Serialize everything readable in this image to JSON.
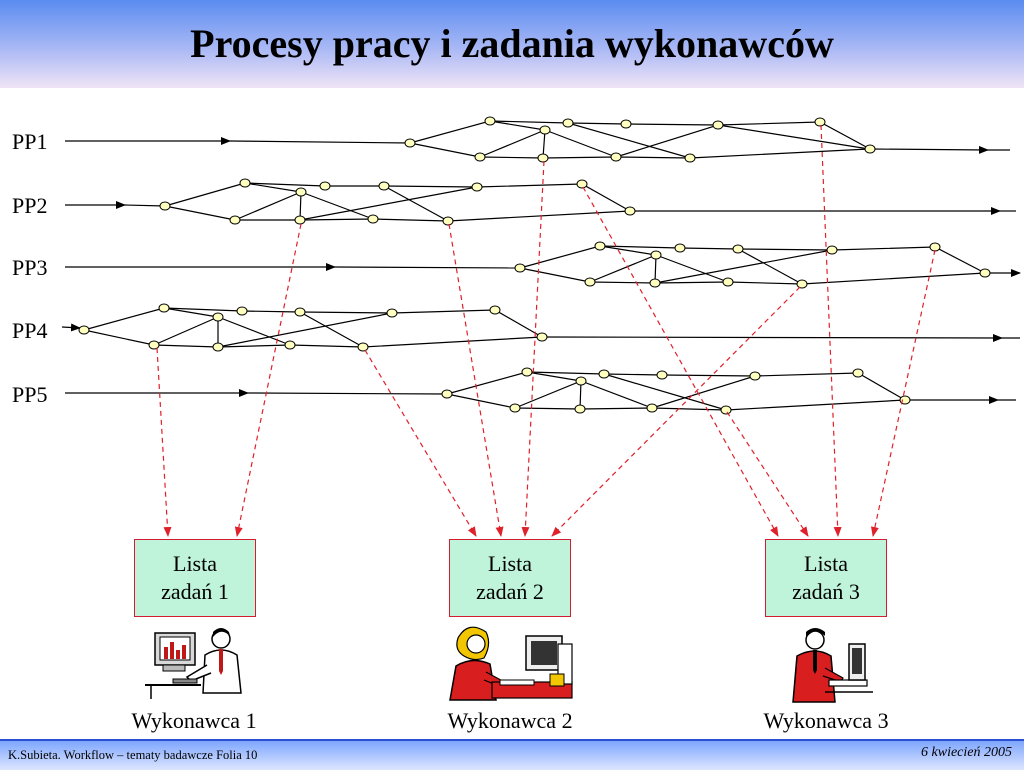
{
  "slide": {
    "title": "Procesy pracy i zadania wykonawców"
  },
  "processes": [
    {
      "label": "PP1"
    },
    {
      "label": "PP2"
    },
    {
      "label": "PP3"
    },
    {
      "label": "PP4"
    },
    {
      "label": "PP5"
    }
  ],
  "task_lists": [
    {
      "line1": "Lista",
      "line2": "zadań 1"
    },
    {
      "line1": "Lista",
      "line2": "zadań 2"
    },
    {
      "line1": "Lista",
      "line2": "zadań 3"
    }
  ],
  "workers": [
    {
      "label": "Wykonawca 1",
      "icon": "man-at-computer-icon"
    },
    {
      "label": "Wykonawca 2",
      "icon": "woman-at-computer-icon"
    },
    {
      "label": "Wykonawca 3",
      "icon": "man-at-computer-icon"
    }
  ],
  "footer": {
    "left": "K.Subieta. Workflow – tematy badawcze Folia 10",
    "right": "6 kwiecień 2005"
  },
  "colors": {
    "assignment_arrow": "#e0202a",
    "task_box_fill": "#bff3da",
    "node_fill": "#ffffc0"
  }
}
